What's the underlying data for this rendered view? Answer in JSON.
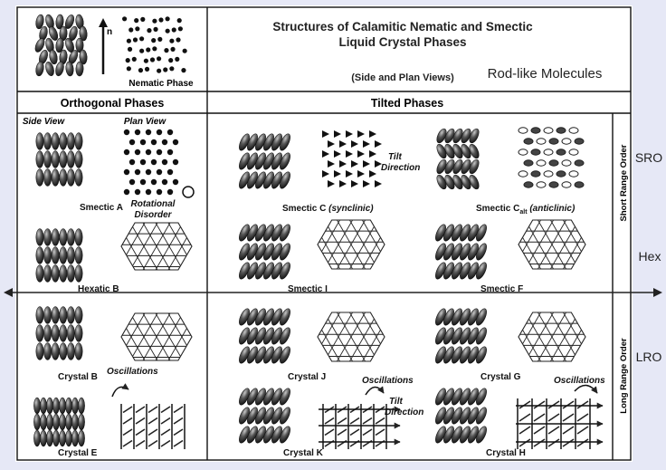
{
  "title": {
    "line1": "Structures of Calamitic Nematic and Smectic",
    "line2": "Liquid Crystal Phases",
    "views": "(Side and Plan Views)",
    "rod": "Rod-like Molecules"
  },
  "director": "n",
  "nematic_label": "Nematic Phase",
  "headers": {
    "orthogonal": "Orthogonal Phases",
    "tilted": "Tilted Phases"
  },
  "view_labels": {
    "side": "Side View",
    "plan": "Plan View"
  },
  "labels": {
    "smectic_a": "Smectic A",
    "rot1": "Rotational",
    "rot2": "Disorder",
    "hexatic_b": "Hexatic B",
    "smectic_c_main": "Smectic C",
    "smectic_c_paren": "(synclinic)",
    "tilt1": "Tilt",
    "tilt2": "Direction",
    "smectic_calt_main": "Smectic C",
    "smectic_calt_sub": "alt",
    "smectic_calt_paren": "(anticlinic)",
    "smectic_i": "Smectic I",
    "smectic_f": "Smectic F",
    "crystal_b": "Crystal B",
    "osc_b": "Oscillations",
    "crystal_j": "Crystal J",
    "osc_j": "Oscillations",
    "crystal_g": "Crystal G",
    "crystal_e": "Crystal E",
    "crystal_k": "Crystal K",
    "tilt_k1": "Tilt",
    "tilt_k2": "Direction",
    "crystal_h": "Crystal H",
    "osc_h": "Oscillations"
  },
  "side_labels": {
    "sro": "SRO",
    "hex": "Hex",
    "lro": "LRO",
    "short_range": "Short Range Order",
    "long_range": "Long Range Order"
  }
}
